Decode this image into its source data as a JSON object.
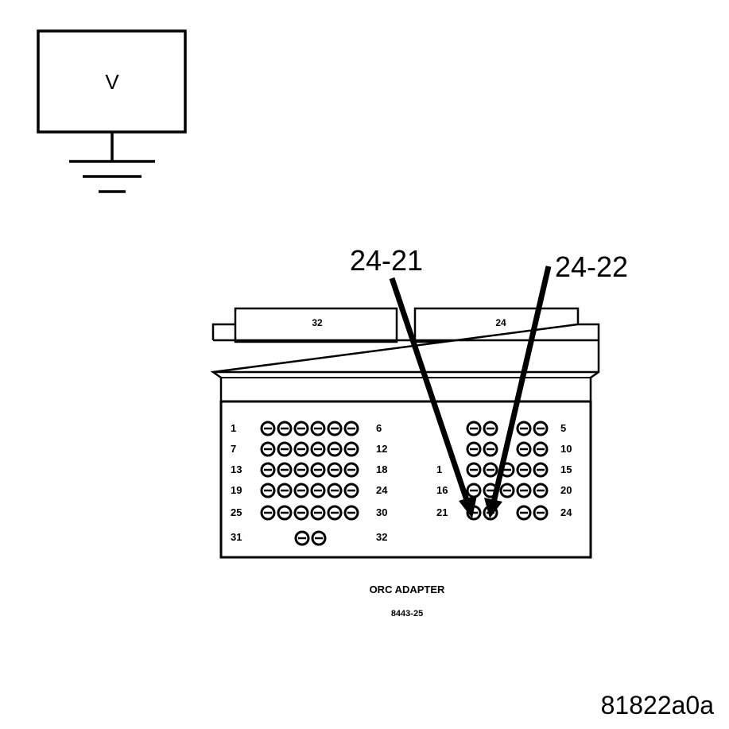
{
  "meter": {
    "symbol": "V"
  },
  "probes": {
    "left_label": "24-21",
    "right_label": "24-22"
  },
  "connector": {
    "left_header_label": "32",
    "right_header_label": "24",
    "left_pin_labels": [
      [
        "1",
        "6"
      ],
      [
        "7",
        "12"
      ],
      [
        "13",
        "18"
      ],
      [
        "19",
        "24"
      ],
      [
        "25",
        "30"
      ],
      [
        "31",
        "32"
      ]
    ],
    "right_pin_labels": [
      [
        "",
        "5"
      ],
      [
        "",
        "10"
      ],
      [
        "1",
        "15"
      ],
      [
        "16",
        "20"
      ],
      [
        "21",
        "24"
      ]
    ],
    "left_rows_holes": [
      6,
      6,
      6,
      6,
      6,
      2
    ],
    "right_rows_holes": [
      [
        true,
        true,
        false,
        true,
        true
      ],
      [
        true,
        true,
        false,
        true,
        true
      ],
      [
        true,
        true,
        true,
        true,
        true
      ],
      [
        true,
        true,
        true,
        true,
        true
      ],
      [
        true,
        true,
        false,
        true,
        true
      ]
    ]
  },
  "caption": {
    "title": "ORC ADAPTER",
    "part_number": "8443-25"
  },
  "figure_id": "81822a0a"
}
